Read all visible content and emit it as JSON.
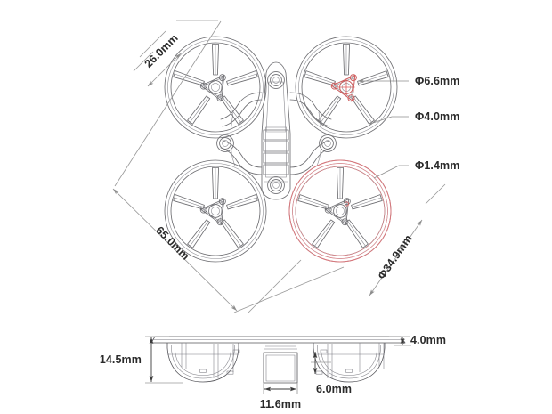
{
  "drawing": {
    "title": "Drone frame technical dimension drawing",
    "background_color": "#ffffff",
    "views": {
      "top": {
        "name": "top-view",
        "label": "Top view of quadcopter frame with four ducted propeller guards"
      },
      "side": {
        "name": "side-view",
        "label": "Side cross-section view of frame"
      }
    },
    "colors": {
      "line": "#6e6e72",
      "highlight_red": "#d9777c",
      "hub_red": "#e05a5a",
      "dimension": "#9a9a9a",
      "text": "#2b2b2b"
    }
  },
  "dimensions": {
    "top_view": [
      {
        "id": "prop-diameter",
        "value": "26.0mm",
        "orientation": "diagonal-down-right",
        "rotation": -45
      },
      {
        "id": "overall-diagonal",
        "value": "65.0mm",
        "orientation": "diagonal-down-right",
        "rotation": 45
      },
      {
        "id": "duct-diameter",
        "value": "Φ34.9mm",
        "orientation": "diagonal-up-right",
        "rotation": -45
      }
    ],
    "callouts": [
      {
        "id": "shaft-bore",
        "value": "Φ6.6mm",
        "target": "propeller-hub-center"
      },
      {
        "id": "motor-mount-hole",
        "value": "Φ4.0mm",
        "target": "duct-rim"
      },
      {
        "id": "small-hole",
        "value": "Φ1.4mm",
        "target": "duct-rim-lower-right"
      }
    ],
    "side_view": [
      {
        "id": "overall-height",
        "value": "14.5mm",
        "orientation": "vertical"
      },
      {
        "id": "center-width",
        "value": "11.6mm",
        "orientation": "horizontal"
      },
      {
        "id": "inner-height",
        "value": "6.0mm",
        "orientation": "vertical"
      },
      {
        "id": "top-plate-thickness",
        "value": "4.0mm",
        "orientation": "vertical"
      }
    ]
  }
}
